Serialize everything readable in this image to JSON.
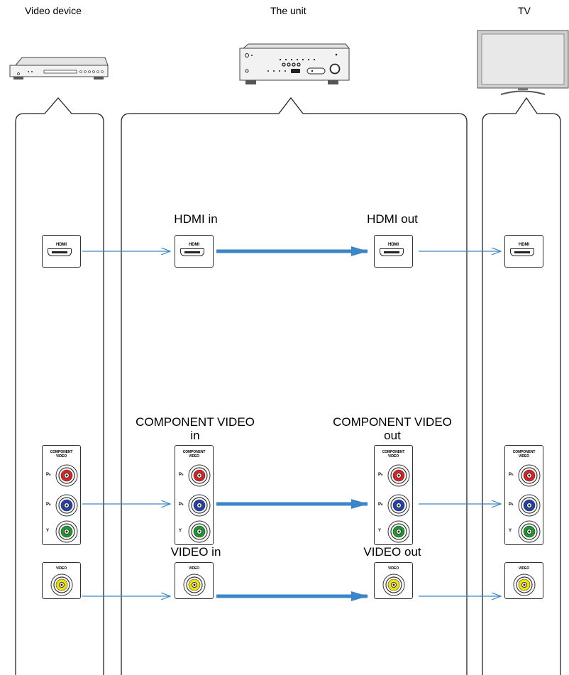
{
  "headers": {
    "video_device": "Video device",
    "the_unit": "The unit",
    "tv": "TV"
  },
  "unit_labels": {
    "hdmi_in": "HDMI in",
    "hdmi_out": "HDMI out",
    "component_in_line1": "COMPONENT VIDEO",
    "component_in_line2": "in",
    "component_out_line1": "COMPONENT VIDEO",
    "component_out_line2": "out",
    "video_in": "VIDEO in",
    "video_out": "VIDEO out"
  },
  "port_text": {
    "hdmi": "HDMI",
    "component_line1": "COMPONENT",
    "component_line2": "VIDEO",
    "pr": "P",
    "pr_sub": "R",
    "pb": "P",
    "pb_sub": "B",
    "y": "Y",
    "video": "VIDEO"
  },
  "colors": {
    "arrow_blue": "#3a86c8",
    "jack_red": "#e02020",
    "jack_blue": "#2040b0",
    "jack_green": "#1a9a2a",
    "jack_yellow": "#f0e000"
  }
}
